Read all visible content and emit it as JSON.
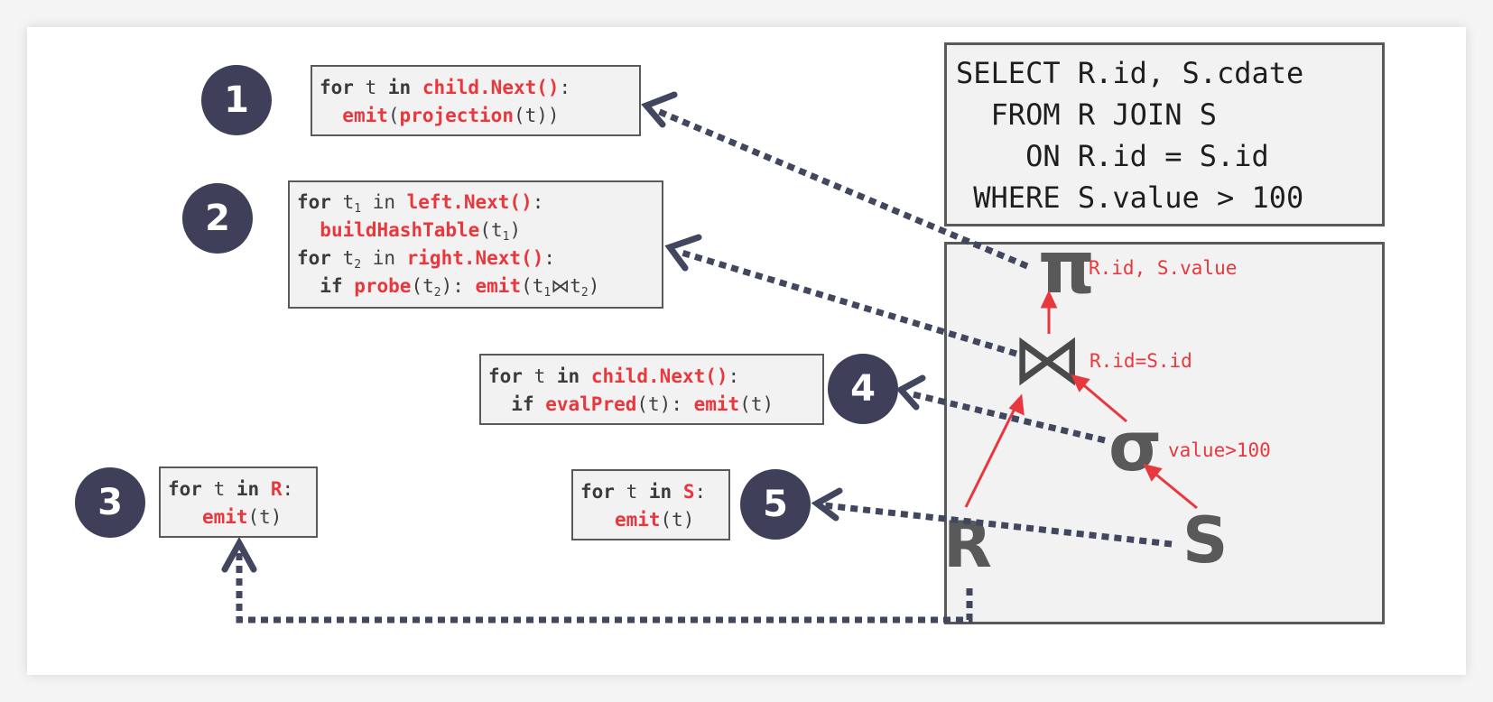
{
  "sql": {
    "line1": "SELECT R.id, S.cdate",
    "line2": "  FROM R JOIN S",
    "line3": "    ON R.id = S.id",
    "line4": " WHERE S.value > 100"
  },
  "steps": {
    "n1": "1",
    "n2": "2",
    "n3": "3",
    "n4": "4",
    "n5": "5"
  },
  "box1": {
    "for": "for",
    "t": " t ",
    "in": "in",
    "iter": "child.Next()",
    "colon": ":",
    "indent": "  ",
    "emit": "emit",
    "lp": "(",
    "proj": "projection",
    "arg": "(t))"
  },
  "box2": {
    "for": "for",
    "t": " t",
    "sub1": "1",
    "in": " in ",
    "iter1": "left.Next()",
    "colon": ":",
    "indent": "  ",
    "build": "buildHashTable",
    "arg1a": "(t",
    "arg1b": ")",
    "sub2": "2",
    "iter2": "right.Next()",
    "if": "if ",
    "probe": "probe",
    "arg2a": "(t",
    "arg2b": "): ",
    "emit": "emit",
    "emitarg_a": "(t",
    "bowtie": "⋈",
    "emitarg_b": "t",
    "emitarg_c": ")"
  },
  "box3": {
    "for": "for",
    "t": " t ",
    "in": "in",
    "rel": "R",
    "colon": ":",
    "emit": "emit",
    "arg": "(t)"
  },
  "box4": {
    "for": "for",
    "t": " t ",
    "in": "in",
    "iter": "child.Next()",
    "colon": ":",
    "if": "if ",
    "pred": "evalPred",
    "arg": "(t): ",
    "emit": "emit",
    "arg2": "(t)"
  },
  "box5": {
    "for": "for",
    "t": " t ",
    "in": "in",
    "rel": "S",
    "colon": ":",
    "emit": "emit",
    "arg": "(t)"
  },
  "tree": {
    "pi": "π",
    "pi_label": "R.id, S.value",
    "join": "⋈",
    "join_label": "R.id=S.id",
    "sigma": "σ",
    "sigma_label": "value>100",
    "r": "R",
    "s": "S"
  },
  "colors": {
    "accent_red": "#e8373d",
    "badge": "#3f3f5a",
    "dotted_arrow": "#42465e",
    "box_border": "#595959",
    "box_fill": "#f2f2f2"
  }
}
